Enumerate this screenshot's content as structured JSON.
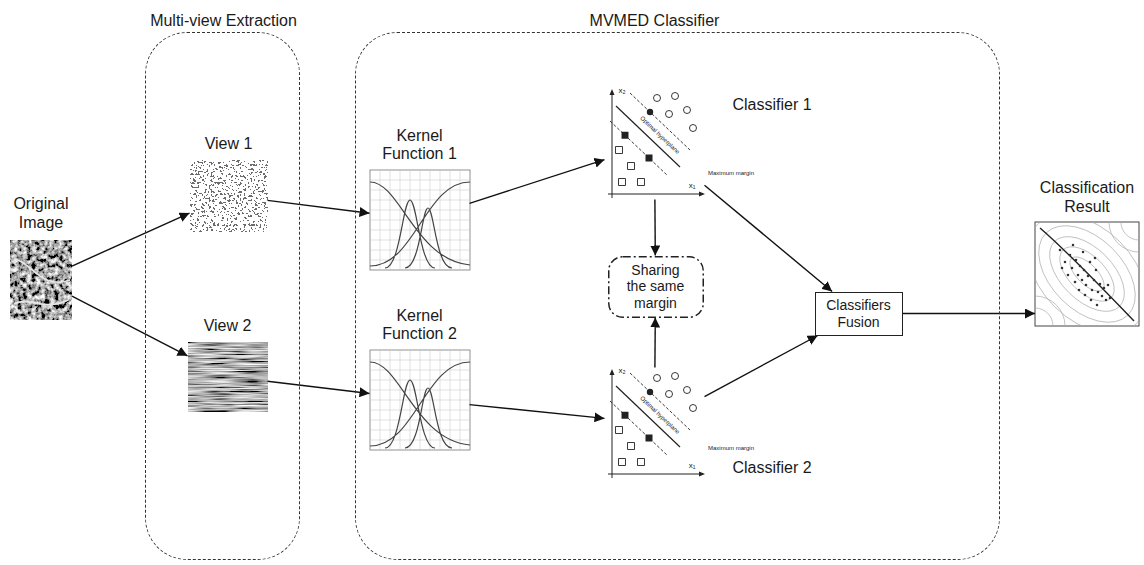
{
  "diagram": {
    "nodes": [
      {
        "text": [
          "Original Image"
        ]
      },
      {
        "text": [
          "Multi-view Extraction"
        ]
      },
      {
        "text": [
          "View 1"
        ],
        "in": 1
      },
      {
        "text": [
          "View 2"
        ],
        "in": 1
      },
      {
        "text": [
          "MVMED Classifier"
        ]
      },
      {
        "text": [
          "Kernel Function 1"
        ],
        "in": 4
      },
      {
        "text": [
          "Classifier 1"
        ],
        "in": 4
      },
      {
        "text": [
          "Sharing the same margin"
        ],
        "in": 4
      },
      {
        "text": [
          "Kernel Function 2"
        ],
        "in": 4
      },
      {
        "text": [
          "Classifier 2"
        ],
        "in": 4
      },
      {
        "text": [
          "Classifiers Fusion"
        ],
        "in": 4
      },
      {
        "text": [
          "Classification Result"
        ]
      }
    ],
    "edges": [
      {
        "from": 0,
        "to": 2,
        "arrow": "to"
      },
      {
        "from": 0,
        "to": 3,
        "arrow": "to"
      },
      {
        "from": 2,
        "to": 5,
        "arrow": "to"
      },
      {
        "from": 3,
        "to": 8,
        "arrow": "to"
      },
      {
        "from": 5,
        "to": 6,
        "arrow": "to"
      },
      {
        "from": 8,
        "to": 9,
        "arrow": "to"
      },
      {
        "from": 6,
        "to": 7,
        "arrow": "to"
      },
      {
        "from": 9,
        "to": 7,
        "arrow": "to"
      },
      {
        "from": 6,
        "to": 10,
        "arrow": "to"
      },
      {
        "from": 9,
        "to": 10,
        "arrow": "to"
      },
      {
        "from": 10,
        "to": 11,
        "arrow": "to"
      }
    ],
    "labels": [
      "x₂",
      "x₁",
      "Optimal hyperplane",
      "Maximum margin",
      "x₂",
      "x₁",
      "Optimal hyperplane",
      "Maximum margin"
    ]
  }
}
